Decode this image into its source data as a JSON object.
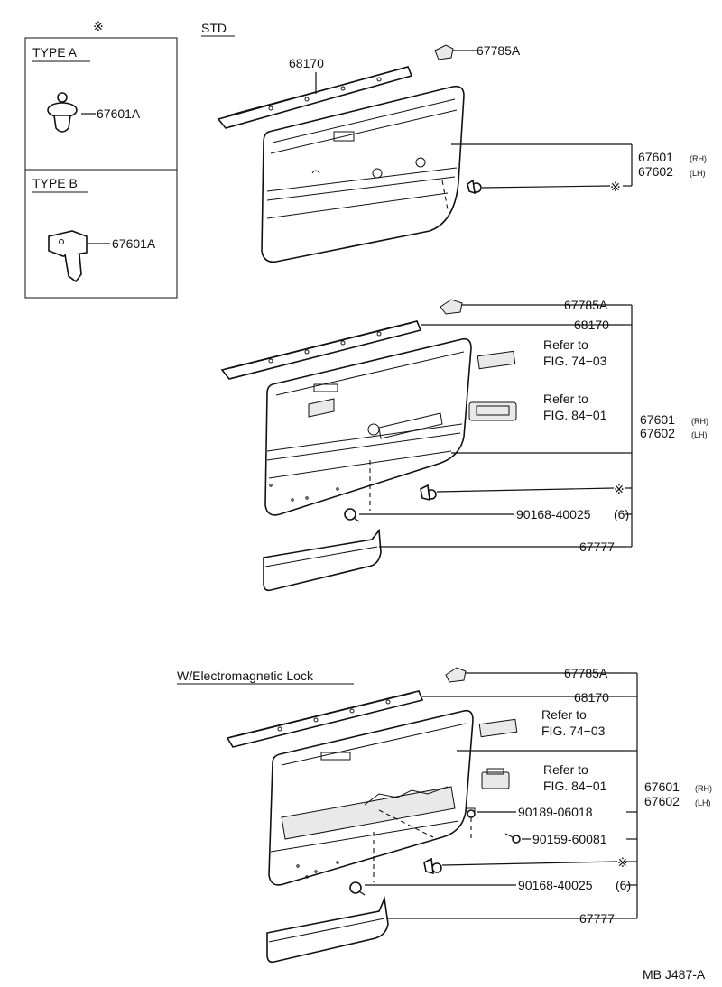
{
  "notes": {
    "reference_mark": "※",
    "std_heading": "STD",
    "elock_heading": "W/Electromagnetic Lock",
    "drawing_code": "MB J487-A"
  },
  "inset": {
    "type_a": "TYPE A",
    "type_b": "TYPE B",
    "clip_part": "67601A"
  },
  "parts": {
    "weatherstrip": "68170",
    "cap": "67785A",
    "panel_rh": "67601",
    "panel_lh": "67602",
    "rh": "(RH)",
    "lh": "(LH)",
    "screw_40025": "90168-40025",
    "screw_qty": "(6)",
    "pocket": "67777",
    "nut_06018": "90189-06018",
    "screw_60081": "90159-60081"
  },
  "refs": {
    "refer_to": "Refer to",
    "fig_74": "FIG. 74−03",
    "fig_84": "FIG. 84−01"
  }
}
